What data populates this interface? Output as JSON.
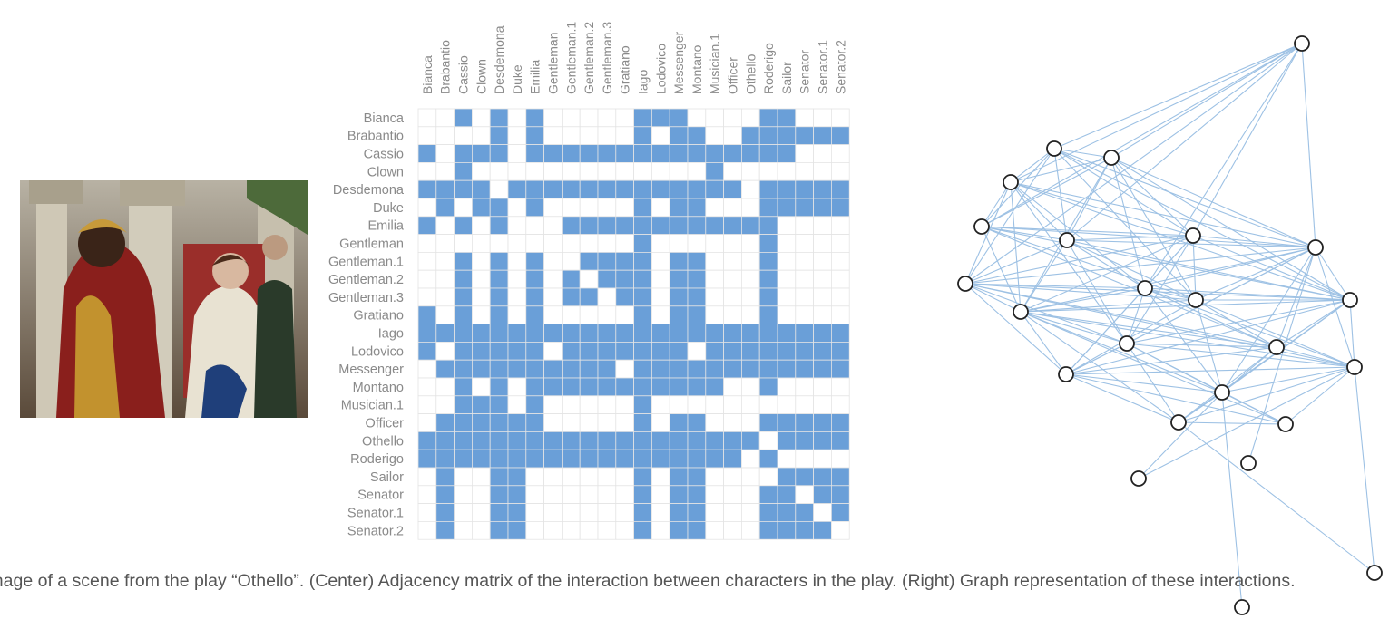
{
  "characters": [
    "Bianca",
    "Brabantio",
    "Cassio",
    "Clown",
    "Desdemona",
    "Duke",
    "Emilia",
    "Gentleman",
    "Gentleman.1",
    "Gentleman.2",
    "Gentleman.3",
    "Gratiano",
    "Iago",
    "Lodovico",
    "Messenger",
    "Montano",
    "Musician.1",
    "Officer",
    "Othello",
    "Roderigo",
    "Sailor",
    "Senator",
    "Senator.1",
    "Senator.2"
  ],
  "matrix": [
    "001010100000111000011000",
    "000010100000101100111111",
    "101110111111111111111000",
    "001000000000000010000000",
    "111101111111111111011111",
    "010110100000101100011111",
    "101010001111111111110000",
    "000000000000100000010000",
    "001010100111101100010000",
    "001010101011101100010000",
    "001010101101101100010000",
    "101010100000101100010000",
    "111111111111111111111111",
    "101111101111111011111111",
    "011111111110111111111111",
    "001010111111111110010000",
    "001110100000100000000000",
    "011111100000101100011111",
    "111111111111111111101111",
    "111111111111111111010000",
    "010011000000101100001111",
    "010011000000101100011011",
    "010011000000101100011101",
    "010011000000101100011110"
  ],
  "colors": {
    "filled": "#6a9fd8",
    "empty": "#ffffff",
    "grid": "#e4e4e4",
    "label": "#8a8a8a",
    "edge": "#9dc1e4",
    "node_stroke": "#222222"
  },
  "graph": {
    "nodes": 24,
    "edges": [
      [
        0,
        1
      ],
      [
        0,
        2
      ],
      [
        0,
        3
      ],
      [
        0,
        4
      ],
      [
        0,
        5
      ],
      [
        0,
        6
      ],
      [
        0,
        7
      ],
      [
        0,
        8
      ],
      [
        0,
        9
      ],
      [
        1,
        2
      ],
      [
        1,
        3
      ],
      [
        1,
        4
      ],
      [
        1,
        5
      ],
      [
        1,
        6
      ],
      [
        1,
        7
      ],
      [
        1,
        10
      ],
      [
        1,
        11
      ],
      [
        2,
        3
      ],
      [
        2,
        4
      ],
      [
        2,
        5
      ],
      [
        2,
        6
      ],
      [
        2,
        7
      ],
      [
        2,
        9
      ],
      [
        2,
        11
      ],
      [
        2,
        12
      ],
      [
        3,
        4
      ],
      [
        3,
        5
      ],
      [
        3,
        6
      ],
      [
        3,
        7
      ],
      [
        3,
        8
      ],
      [
        3,
        9
      ],
      [
        3,
        11
      ],
      [
        3,
        12
      ],
      [
        4,
        5
      ],
      [
        4,
        6
      ],
      [
        4,
        7
      ],
      [
        4,
        10
      ],
      [
        4,
        11
      ],
      [
        4,
        12
      ],
      [
        5,
        6
      ],
      [
        5,
        7
      ],
      [
        5,
        8
      ],
      [
        5,
        9
      ],
      [
        5,
        10
      ],
      [
        5,
        11
      ],
      [
        5,
        12
      ],
      [
        5,
        13
      ],
      [
        6,
        7
      ],
      [
        6,
        8
      ],
      [
        6,
        9
      ],
      [
        6,
        10
      ],
      [
        6,
        11
      ],
      [
        6,
        12
      ],
      [
        6,
        13
      ],
      [
        6,
        15
      ],
      [
        7,
        8
      ],
      [
        7,
        9
      ],
      [
        7,
        10
      ],
      [
        7,
        11
      ],
      [
        7,
        12
      ],
      [
        7,
        13
      ],
      [
        7,
        14
      ],
      [
        7,
        15
      ],
      [
        7,
        16
      ],
      [
        7,
        17
      ],
      [
        8,
        9
      ],
      [
        8,
        10
      ],
      [
        8,
        11
      ],
      [
        8,
        12
      ],
      [
        8,
        13
      ],
      [
        8,
        14
      ],
      [
        8,
        15
      ],
      [
        8,
        16
      ],
      [
        9,
        10
      ],
      [
        9,
        11
      ],
      [
        9,
        12
      ],
      [
        9,
        13
      ],
      [
        9,
        14
      ],
      [
        9,
        15
      ],
      [
        9,
        16
      ],
      [
        9,
        17
      ],
      [
        10,
        11
      ],
      [
        10,
        12
      ],
      [
        10,
        14
      ],
      [
        10,
        15
      ],
      [
        10,
        16
      ],
      [
        11,
        12
      ],
      [
        11,
        13
      ],
      [
        11,
        14
      ],
      [
        11,
        15
      ],
      [
        11,
        16
      ],
      [
        11,
        17
      ],
      [
        12,
        13
      ],
      [
        12,
        14
      ],
      [
        12,
        15
      ],
      [
        12,
        16
      ],
      [
        12,
        17
      ],
      [
        12,
        18
      ],
      [
        13,
        14
      ],
      [
        13,
        15
      ],
      [
        13,
        16
      ],
      [
        13,
        17
      ],
      [
        13,
        18
      ],
      [
        13,
        19
      ],
      [
        14,
        15
      ],
      [
        14,
        16
      ],
      [
        14,
        17
      ],
      [
        14,
        18
      ],
      [
        15,
        16
      ],
      [
        15,
        17
      ],
      [
        15,
        18
      ],
      [
        15,
        19
      ],
      [
        16,
        17
      ],
      [
        16,
        18
      ],
      [
        16,
        19
      ],
      [
        16,
        20
      ],
      [
        17,
        18
      ],
      [
        17,
        19
      ],
      [
        17,
        20
      ],
      [
        18,
        19
      ],
      [
        18,
        22
      ],
      [
        16,
        22
      ],
      [
        17,
        23
      ],
      [
        21,
        7
      ],
      [
        1,
        8
      ],
      [
        2,
        10
      ],
      [
        4,
        14
      ],
      [
        3,
        13
      ],
      [
        10,
        17
      ],
      [
        12,
        19
      ],
      [
        11,
        18
      ]
    ]
  },
  "caption": "Image of a scene from the play “Othello”. (Center) Adjacency matrix of the interaction between characters in the play. (Right) Graph representation of these interactions."
}
